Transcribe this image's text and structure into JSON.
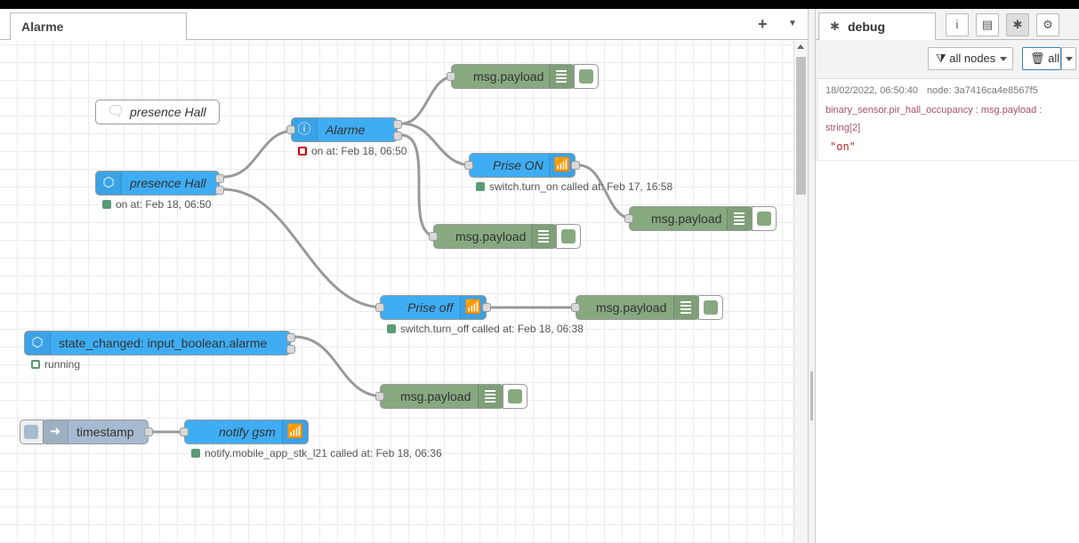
{
  "workspace": {
    "tab_label": "Alarme",
    "add_tab_icon": "plus-icon",
    "tab_menu_icon": "caret-down-icon"
  },
  "nodes": {
    "comment": {
      "label": "presence Hall",
      "icon": "comment-icon"
    },
    "presence_hall": {
      "label": "presence Hall",
      "icon": "event-state-icon",
      "status": "on at: Feb 18, 06:50"
    },
    "alarme": {
      "label": "Alarme",
      "icon": "info-icon",
      "status": "on at: Feb 18, 06:50"
    },
    "debug1": {
      "label": "msg.payload"
    },
    "prise_on": {
      "label": "Prise ON",
      "icon": "router-icon",
      "status": "switch.turn_on called at: Feb 17, 16:58"
    },
    "debug2": {
      "label": "msg.payload"
    },
    "debug3": {
      "label": "msg.payload"
    },
    "prise_off": {
      "label": "Prise off",
      "icon": "router-icon",
      "status": "switch.turn_off called at: Feb 18, 06:38"
    },
    "debug4": {
      "label": "msg.payload"
    },
    "state_changed": {
      "label": "state_changed: input_boolean.alarme",
      "icon": "event-state-icon",
      "status": "running"
    },
    "debug5": {
      "label": "msg.payload"
    },
    "timestamp": {
      "label": "timestamp",
      "icon": "inject-arrow-icon"
    },
    "notify_gsm": {
      "label": "notify gsm",
      "icon": "router-icon",
      "status": "notify.mobile_app_stk_l21 called at: Feb 18, 06:36"
    }
  },
  "sidebar": {
    "active_tab": "debug",
    "tab_buttons": [
      "info-icon",
      "book-icon",
      "bug-icon",
      "gear-icon"
    ],
    "filter_label": "all nodes",
    "clear_label": "all",
    "message": {
      "timestamp": "18/02/2022, 06:50:40",
      "node": "node: 3a7416ca4e8567f5",
      "topic": "binary_sensor.pir_hall_occupancy : msg.payload : string[2]",
      "value": "\"on\""
    }
  }
}
